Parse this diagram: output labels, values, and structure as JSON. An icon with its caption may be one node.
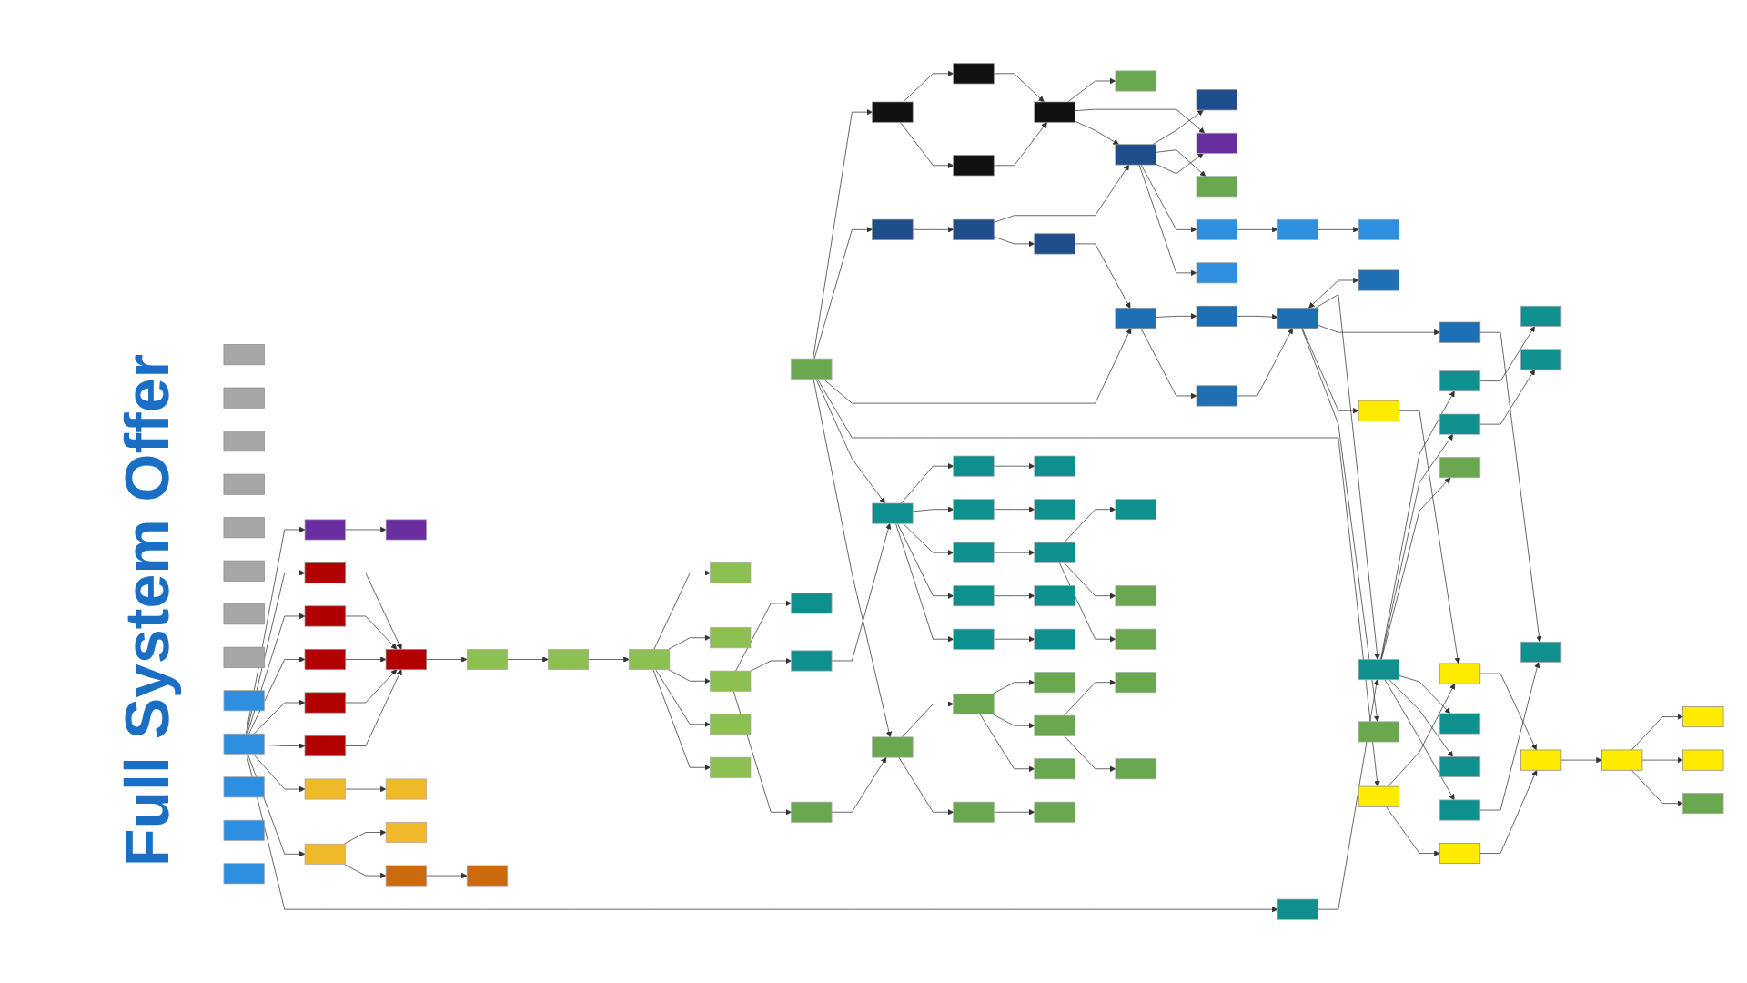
{
  "diagram": {
    "title": "Full System Offer",
    "nodes": [
      {
        "text": [],
        "shape": "box"
      },
      {
        "text": [],
        "shape": "box"
      },
      {
        "text": [],
        "shape": "box"
      },
      {
        "text": [],
        "shape": "box"
      },
      {
        "text": [],
        "shape": "box"
      },
      {
        "text": [],
        "shape": "box"
      },
      {
        "text": [],
        "shape": "box"
      },
      {
        "text": [],
        "shape": "box"
      },
      {
        "text": [],
        "shape": "box"
      },
      {
        "text": [],
        "shape": "box"
      },
      {
        "text": [],
        "shape": "box"
      },
      {
        "text": [],
        "shape": "box"
      },
      {
        "text": [],
        "shape": "box"
      },
      {
        "text": [],
        "shape": "box"
      },
      {
        "text": [],
        "shape": "box"
      },
      {
        "text": [],
        "shape": "box"
      },
      {
        "text": [],
        "shape": "box"
      },
      {
        "text": [],
        "shape": "box"
      },
      {
        "text": [],
        "shape": "box"
      },
      {
        "text": [],
        "shape": "box"
      },
      {
        "text": [],
        "shape": "box"
      },
      {
        "text": [],
        "shape": "box"
      },
      {
        "text": [],
        "shape": "box"
      },
      {
        "text": [],
        "shape": "box"
      },
      {
        "text": [],
        "shape": "box"
      },
      {
        "text": [],
        "shape": "box"
      },
      {
        "text": [],
        "shape": "box"
      },
      {
        "text": [],
        "shape": "box"
      },
      {
        "text": [],
        "shape": "box"
      },
      {
        "text": [],
        "shape": "box"
      },
      {
        "text": [],
        "shape": "box"
      },
      {
        "text": [],
        "shape": "box"
      },
      {
        "text": [],
        "shape": "box"
      },
      {
        "text": [],
        "shape": "box"
      },
      {
        "text": [],
        "shape": "box"
      },
      {
        "text": [],
        "shape": "box"
      },
      {
        "text": [],
        "shape": "box"
      },
      {
        "text": [],
        "shape": "box"
      },
      {
        "text": [],
        "shape": "box"
      },
      {
        "text": [],
        "shape": "box"
      },
      {
        "text": [],
        "shape": "box"
      },
      {
        "text": [],
        "shape": "box"
      },
      {
        "text": [],
        "shape": "box"
      },
      {
        "text": [],
        "shape": "box"
      },
      {
        "text": [],
        "shape": "box"
      },
      {
        "text": [],
        "shape": "box"
      },
      {
        "text": [],
        "shape": "box"
      },
      {
        "text": [],
        "shape": "box"
      },
      {
        "text": [],
        "shape": "box"
      },
      {
        "text": [],
        "shape": "box"
      },
      {
        "text": [],
        "shape": "box"
      },
      {
        "text": [],
        "shape": "box"
      },
      {
        "text": [],
        "shape": "box"
      },
      {
        "text": [],
        "shape": "box"
      },
      {
        "text": [],
        "shape": "box"
      },
      {
        "text": [],
        "shape": "box"
      },
      {
        "text": [],
        "shape": "box"
      },
      {
        "text": [],
        "shape": "box"
      },
      {
        "text": [],
        "shape": "box"
      },
      {
        "text": [],
        "shape": "box"
      },
      {
        "text": [],
        "shape": "box"
      },
      {
        "text": [],
        "shape": "box"
      },
      {
        "text": [],
        "shape": "box"
      },
      {
        "text": [],
        "shape": "box"
      },
      {
        "text": [],
        "shape": "box"
      },
      {
        "text": [],
        "shape": "box"
      },
      {
        "text": [],
        "shape": "box"
      },
      {
        "text": [],
        "shape": "box"
      },
      {
        "text": [],
        "shape": "box"
      },
      {
        "text": [],
        "shape": "box"
      },
      {
        "text": [],
        "shape": "box"
      },
      {
        "text": [],
        "shape": "box"
      },
      {
        "text": [],
        "shape": "box"
      },
      {
        "text": [],
        "shape": "box"
      },
      {
        "text": [],
        "shape": "box"
      },
      {
        "text": [],
        "shape": "box"
      },
      {
        "text": [],
        "shape": "box"
      },
      {
        "text": [],
        "shape": "box"
      },
      {
        "text": [],
        "shape": "box"
      },
      {
        "text": [],
        "shape": "box"
      },
      {
        "text": [],
        "shape": "box"
      },
      {
        "text": [],
        "shape": "box"
      },
      {
        "text": [],
        "shape": "box"
      },
      {
        "text": [],
        "shape": "box"
      },
      {
        "text": [],
        "shape": "box"
      },
      {
        "text": [],
        "shape": "box"
      },
      {
        "text": [],
        "shape": "box"
      },
      {
        "text": [],
        "shape": "box"
      },
      {
        "text": [],
        "shape": "box"
      },
      {
        "text": [],
        "shape": "box"
      },
      {
        "text": [],
        "shape": "box"
      },
      {
        "text": [],
        "shape": "box"
      },
      {
        "text": [],
        "shape": "box"
      },
      {
        "text": [],
        "shape": "box"
      },
      {
        "text": [],
        "shape": "box"
      },
      {
        "text": [],
        "shape": "box"
      },
      {
        "text": [],
        "shape": "box"
      },
      {
        "text": [],
        "shape": "box"
      },
      {
        "text": [],
        "shape": "box"
      },
      {
        "text": [],
        "shape": "box"
      },
      {
        "text": [],
        "shape": "box"
      },
      {
        "text": [],
        "shape": "box"
      },
      {
        "text": [],
        "shape": "box"
      },
      {
        "text": [],
        "shape": "box"
      },
      {
        "text": [],
        "shape": "box"
      }
    ],
    "edges": [
      {
        "from": 8,
        "to": 9,
        "arrow": "to"
      },
      {
        "from": 8,
        "to": 10,
        "arrow": "to"
      },
      {
        "from": 8,
        "to": 11,
        "arrow": "to"
      },
      {
        "from": 8,
        "to": 12,
        "arrow": "to"
      },
      {
        "from": 8,
        "to": 13,
        "arrow": "to"
      },
      {
        "from": 8,
        "to": 14,
        "arrow": "to"
      },
      {
        "from": 9,
        "to": 15,
        "arrow": "to"
      },
      {
        "from": 9,
        "to": 16,
        "arrow": "to"
      },
      {
        "from": 15,
        "to": 17,
        "arrow": "to"
      },
      {
        "from": 16,
        "to": 17,
        "arrow": "to"
      },
      {
        "from": 17,
        "to": 18,
        "arrow": "to"
      },
      {
        "from": 17,
        "to": 19,
        "arrow": "to"
      },
      {
        "from": 17,
        "to": 20,
        "arrow": "to"
      },
      {
        "from": 10,
        "to": 21,
        "arrow": "to"
      },
      {
        "from": 21,
        "to": 20,
        "arrow": "to"
      },
      {
        "from": 21,
        "to": 22,
        "arrow": "to"
      },
      {
        "from": 22,
        "to": 11,
        "arrow": "to"
      },
      {
        "from": 20,
        "to": 23,
        "arrow": "to"
      },
      {
        "from": 20,
        "to": 24,
        "arrow": "to"
      },
      {
        "from": 20,
        "to": 19,
        "arrow": "to"
      },
      {
        "from": 20,
        "to": 25,
        "arrow": "to"
      },
      {
        "from": 20,
        "to": 26,
        "arrow": "to"
      },
      {
        "from": 25,
        "to": 28,
        "arrow": "to"
      },
      {
        "from": 28,
        "to": 27,
        "arrow": "to"
      },
      {
        "from": 30,
        "to": 34,
        "arrow": "to"
      },
      {
        "from": 30,
        "to": 35,
        "arrow": "to"
      },
      {
        "from": 30,
        "to": 36,
        "arrow": "to"
      },
      {
        "from": 30,
        "to": 37,
        "arrow": "to"
      },
      {
        "from": 30,
        "to": 38,
        "arrow": "to"
      },
      {
        "from": 30,
        "to": 39,
        "arrow": "to"
      },
      {
        "from": 30,
        "to": 41,
        "arrow": "to"
      },
      {
        "from": 30,
        "to": 42,
        "arrow": "to"
      },
      {
        "from": 30,
        "to": 40,
        "arrow": "to"
      },
      {
        "from": 34,
        "to": 43,
        "arrow": "to"
      },
      {
        "from": 35,
        "to": 44,
        "arrow": "to"
      },
      {
        "from": 36,
        "to": 44,
        "arrow": "to"
      },
      {
        "from": 37,
        "to": 44,
        "arrow": "to"
      },
      {
        "from": 38,
        "to": 44,
        "arrow": "to"
      },
      {
        "from": 39,
        "to": 44,
        "arrow": "to"
      },
      {
        "from": 44,
        "to": 45,
        "arrow": "to"
      },
      {
        "from": 45,
        "to": 46,
        "arrow": "to"
      },
      {
        "from": 46,
        "to": 47,
        "arrow": "to"
      },
      {
        "from": 47,
        "to": 48,
        "arrow": "to"
      },
      {
        "from": 47,
        "to": 49,
        "arrow": "to"
      },
      {
        "from": 47,
        "to": 50,
        "arrow": "to"
      },
      {
        "from": 47,
        "to": 51,
        "arrow": "to"
      },
      {
        "from": 47,
        "to": 52,
        "arrow": "to"
      },
      {
        "from": 50,
        "to": 53,
        "arrow": "to"
      },
      {
        "from": 50,
        "to": 54,
        "arrow": "to"
      },
      {
        "from": 50,
        "to": 55,
        "arrow": "to"
      },
      {
        "from": 41,
        "to": 56,
        "arrow": "to"
      },
      {
        "from": 42,
        "to": 57,
        "arrow": "to"
      },
      {
        "from": 42,
        "to": 58,
        "arrow": "to"
      },
      {
        "from": 58,
        "to": 59,
        "arrow": "to"
      },
      {
        "from": 40,
        "to": 69,
        "arrow": "to"
      },
      {
        "from": 69,
        "to": 60,
        "arrow": "to"
      },
      {
        "from": 69,
        "to": 61,
        "arrow": "to"
      },
      {
        "from": 69,
        "to": 62,
        "arrow": "to"
      },
      {
        "from": 60,
        "to": 63,
        "arrow": "to"
      },
      {
        "from": 61,
        "to": 64,
        "arrow": "to"
      },
      {
        "from": 11,
        "to": 65,
        "arrow": "to"
      },
      {
        "from": 11,
        "to": 66,
        "arrow": "to"
      },
      {
        "from": 65,
        "to": 67,
        "arrow": "to"
      },
      {
        "from": 66,
        "to": 67,
        "arrow": "to"
      },
      {
        "from": 67,
        "to": 68,
        "arrow": "both"
      },
      {
        "from": 67,
        "to": 69,
        "arrow": "to"
      },
      {
        "from": 67,
        "to": 70,
        "arrow": "to"
      },
      {
        "from": 67,
        "to": 71,
        "arrow": "to"
      },
      {
        "from": 67,
        "to": 72,
        "arrow": "to"
      },
      {
        "from": 69,
        "to": 73,
        "arrow": "to"
      },
      {
        "from": 69,
        "to": 74,
        "arrow": "to"
      },
      {
        "from": 69,
        "to": 75,
        "arrow": "to"
      },
      {
        "from": 75,
        "to": 76,
        "arrow": "to"
      },
      {
        "from": 70,
        "to": 76,
        "arrow": "to"
      },
      {
        "from": 12,
        "to": 77,
        "arrow": "to"
      },
      {
        "from": 12,
        "to": 78,
        "arrow": "to"
      },
      {
        "from": 77,
        "to": 79,
        "arrow": "to"
      },
      {
        "from": 78,
        "to": 79,
        "arrow": "to"
      },
      {
        "from": 71,
        "to": 77,
        "arrow": "to"
      },
      {
        "from": 79,
        "to": 80,
        "arrow": "to"
      },
      {
        "from": 80,
        "to": 81,
        "arrow": "to"
      },
      {
        "from": 80,
        "to": 82,
        "arrow": "to"
      },
      {
        "from": 80,
        "to": 83,
        "arrow": "to"
      },
      {
        "from": 13,
        "to": 84,
        "arrow": "to"
      },
      {
        "from": 13,
        "to": 85,
        "arrow": "to"
      },
      {
        "from": 13,
        "to": 86,
        "arrow": "to"
      },
      {
        "from": 13,
        "to": 87,
        "arrow": "to"
      },
      {
        "from": 13,
        "to": 88,
        "arrow": "to"
      },
      {
        "from": 84,
        "to": 89,
        "arrow": "to"
      },
      {
        "from": 85,
        "to": 90,
        "arrow": "to"
      },
      {
        "from": 86,
        "to": 91,
        "arrow": "to"
      },
      {
        "from": 87,
        "to": 92,
        "arrow": "to"
      },
      {
        "from": 88,
        "to": 93,
        "arrow": "to"
      },
      {
        "from": 91,
        "to": 94,
        "arrow": "to"
      },
      {
        "from": 91,
        "to": 95,
        "arrow": "to"
      },
      {
        "from": 91,
        "to": 96,
        "arrow": "to"
      },
      {
        "from": 14,
        "to": 97,
        "arrow": "to"
      },
      {
        "from": 14,
        "to": 98,
        "arrow": "to"
      },
      {
        "from": 97,
        "to": 99,
        "arrow": "to"
      },
      {
        "from": 97,
        "to": 100,
        "arrow": "to"
      },
      {
        "from": 97,
        "to": 101,
        "arrow": "to"
      },
      {
        "from": 98,
        "to": 102,
        "arrow": "to"
      },
      {
        "from": 100,
        "to": 103,
        "arrow": "to"
      },
      {
        "from": 100,
        "to": 104,
        "arrow": "to"
      },
      {
        "from": 54,
        "to": 13,
        "arrow": "to"
      },
      {
        "from": 55,
        "to": 14,
        "arrow": "to"
      }
    ]
  }
}
